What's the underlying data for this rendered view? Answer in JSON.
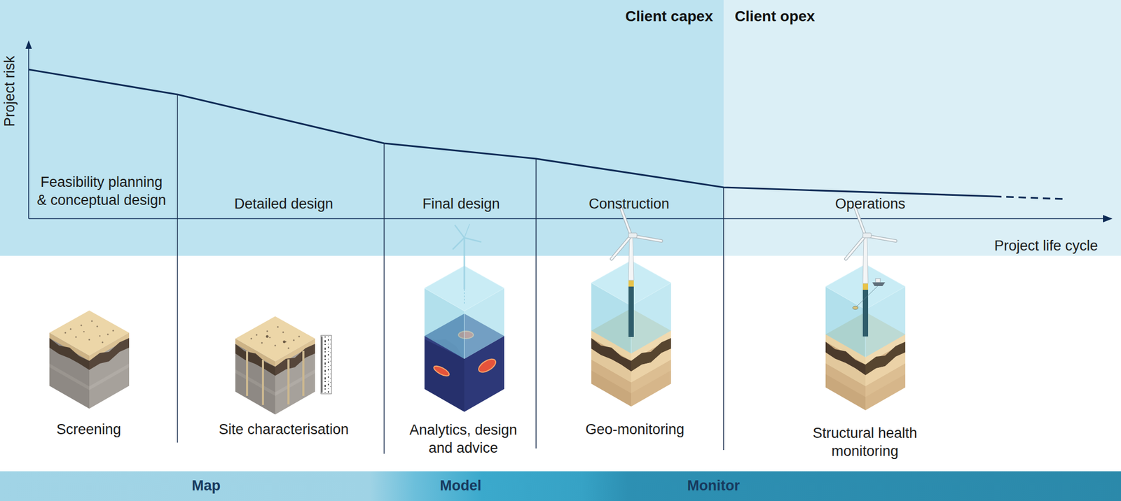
{
  "diagram": {
    "nodes": [
      {
        "text": [
          "Client capex"
        ]
      },
      {
        "text": [
          "Client opex"
        ]
      },
      {
        "text": [
          "Map",
          "Model",
          "Monitor"
        ]
      }
    ],
    "labels": [
      "Project risk",
      "Feasibility planning & conceptual design",
      "Detailed design",
      "Final design",
      "Construction",
      "Operations",
      "Project life cycle",
      "Screening",
      "Site characterisation",
      "Analytics, design and advice",
      "Geo-monitoring",
      "Structural health monitoring"
    ]
  }
}
